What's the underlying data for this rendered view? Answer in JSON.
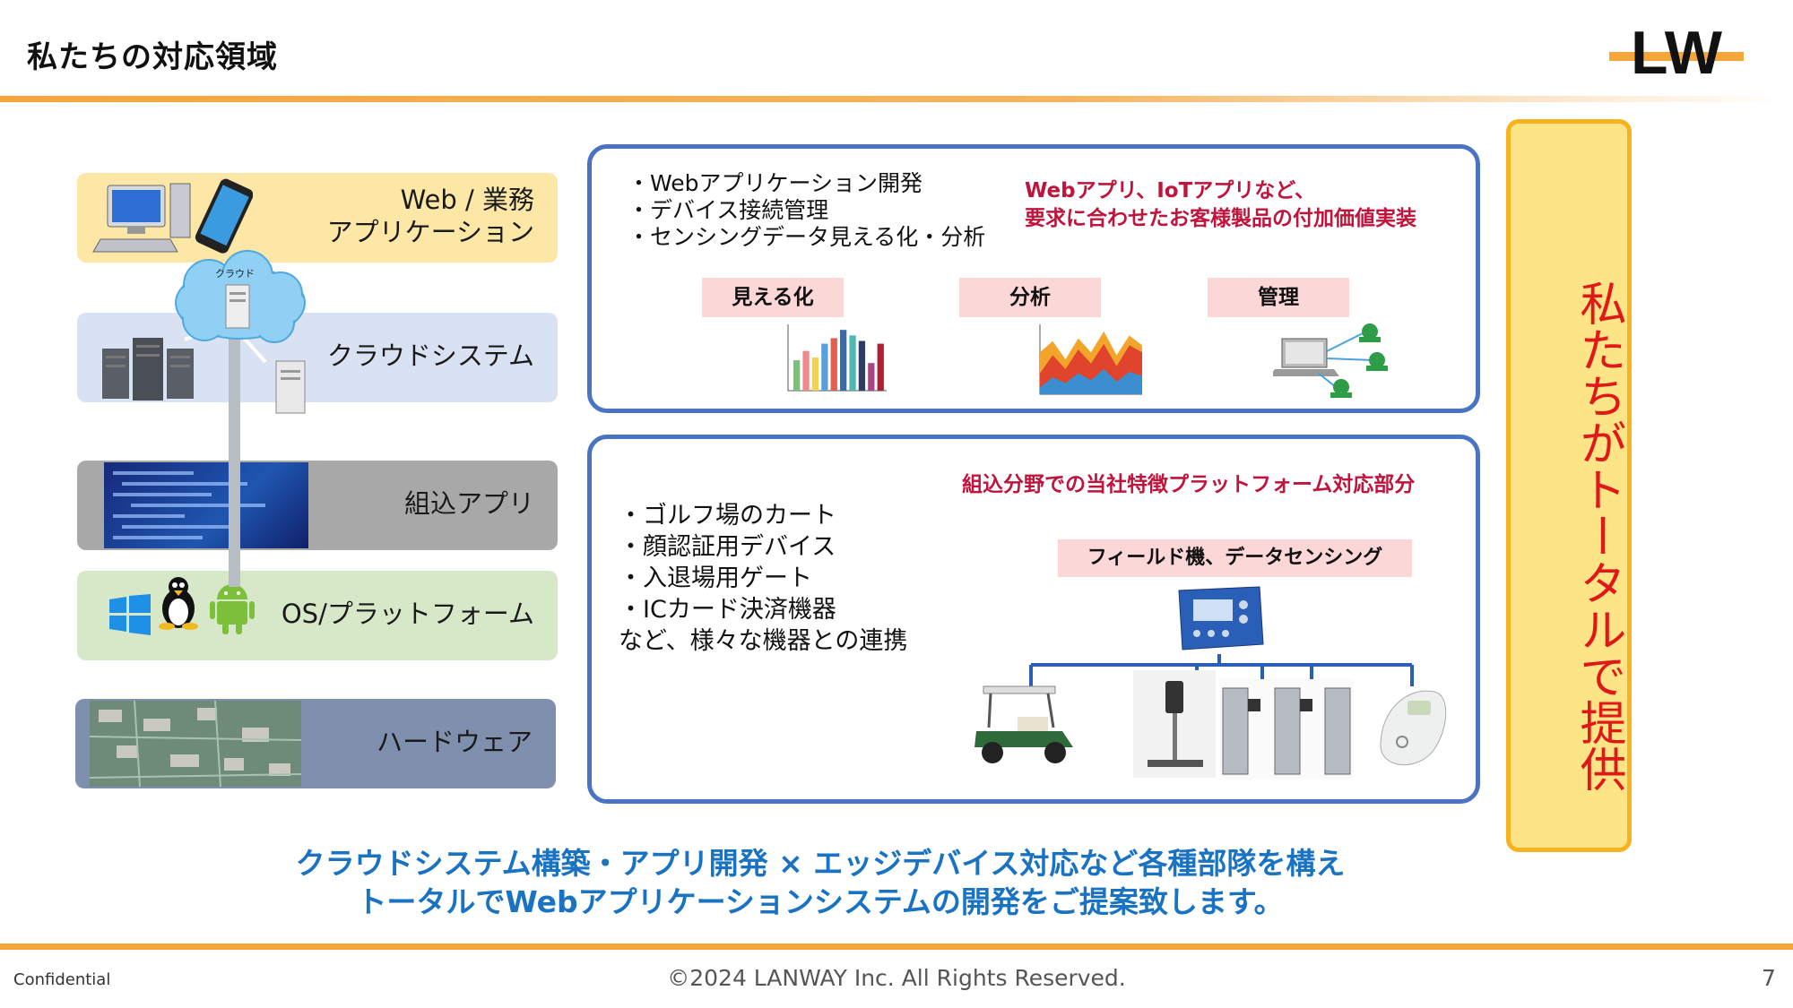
{
  "header": {
    "title": "私たちの対応領域",
    "logo_text": "LW"
  },
  "layers": {
    "web": "Web / 業務\nアプリケーション",
    "cloud": "クラウドシステム",
    "cloud_icon_label": "クラウド",
    "embedded": "組込アプリ",
    "os": "OS/プラットフォーム",
    "hardware": "ハードウェア"
  },
  "top_panel": {
    "bullets": [
      "・Webアプリケーション開発",
      "・デバイス接続管理",
      "・センシングデータ見える化・分析"
    ],
    "note": [
      "Webアプリ、IoTアプリなど、",
      "要求に合わせたお客様製品の付加価値実装"
    ],
    "tags": [
      "見える化",
      "分析",
      "管理"
    ]
  },
  "bottom_panel": {
    "bullets": [
      "・ゴルフ場のカート",
      "・顔認証用デバイス",
      "・入退場用ゲート",
      "・ICカード決済機器",
      "など、様々な機器との連携"
    ],
    "note": "組込分野での当社特徴プラットフォーム対応部分",
    "tag": "フィールド機、データセンシング"
  },
  "side_banner": "私たちがトータルで提供",
  "summary": [
    "クラウドシステム構築・アプリ開発 × エッジデバイス対応など各種部隊を構え",
    "トータルでWebアプリケーションシステムの開発をご提案致します。"
  ],
  "footer": {
    "confidential": "Confidential",
    "copyright": "©2024 LANWAY Inc. All Rights Reserved.",
    "page_number": "7"
  },
  "colors": {
    "accent_orange": "#f4a63b",
    "panel_border": "#4a73c4",
    "note_red": "#c0143c",
    "summary_blue": "#1a73c2",
    "banner_text": "#e01818"
  },
  "chart_data": [
    {
      "type": "bar",
      "values": [
        55,
        72,
        60,
        85,
        95,
        110,
        100,
        90,
        50,
        85
      ],
      "colors": [
        "#79c079",
        "#f08a8a",
        "#f1d15c",
        "#5aa0d8",
        "#e65d4e",
        "#3a6aa8",
        "#4fb8b1",
        "#2f3e60",
        "#a64787",
        "#b02035"
      ],
      "ylim": [
        0,
        120
      ]
    },
    {
      "type": "area",
      "series": [
        {
          "values": [
            30,
            38,
            25,
            40,
            30,
            45,
            28,
            42,
            35
          ],
          "color": "#f2a52a"
        },
        {
          "values": [
            15,
            28,
            18,
            32,
            22,
            36,
            20,
            35,
            30
          ],
          "color": "#e0442c"
        },
        {
          "values": [
            5,
            12,
            8,
            15,
            10,
            18,
            9,
            16,
            13
          ],
          "color": "#3b8fd0"
        }
      ],
      "ylim": [
        0,
        50
      ]
    }
  ]
}
